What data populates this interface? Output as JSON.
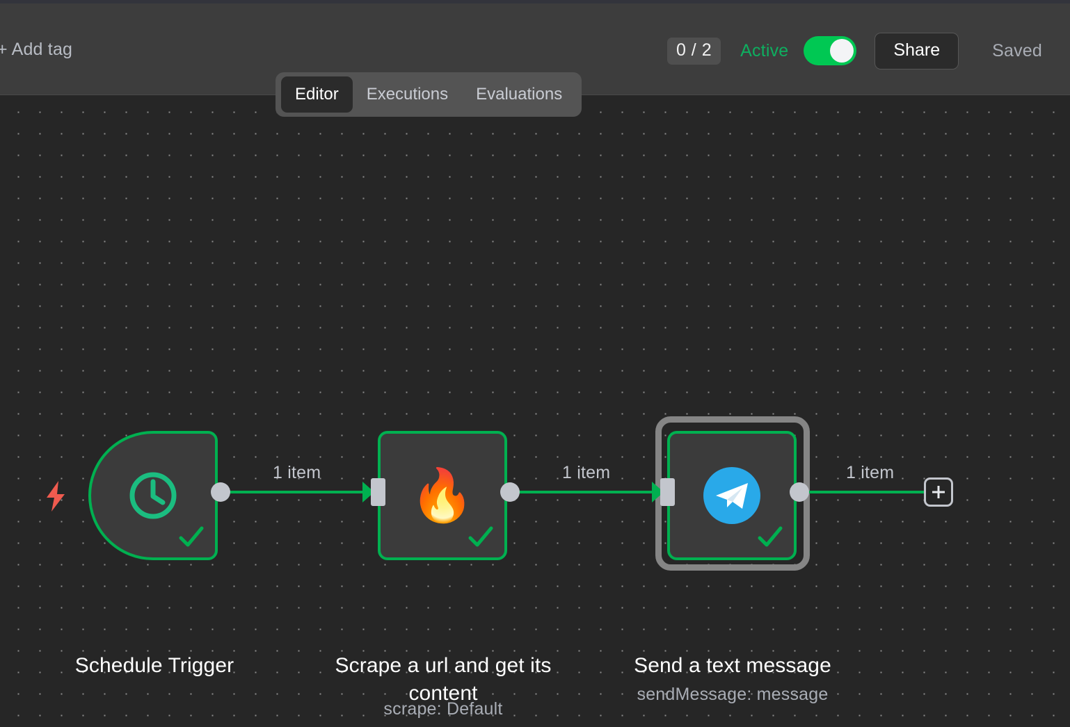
{
  "header": {
    "add_tag_label": "+ Add tag",
    "count_badge": "0 / 2",
    "active_label": "Active",
    "active_toggle_state": "on",
    "share_label": "Share",
    "saved_label": "Saved",
    "accent_green": "#00c853",
    "active_text_color": "#0eaf60"
  },
  "tabs": [
    {
      "label": "Editor",
      "active": true
    },
    {
      "label": "Executions",
      "active": false
    },
    {
      "label": "Evaluations",
      "active": false
    }
  ],
  "canvas": {
    "background_color": "#262626",
    "grid": "dot",
    "node_border_color": "#00b050",
    "selection_color": "#858585"
  },
  "nodes": [
    {
      "id": "schedule-trigger",
      "label": "Schedule Trigger",
      "sublabel": "",
      "icon": "clock-icon",
      "icon_color": "#1bbd80",
      "type": "trigger",
      "status": "success",
      "selected": false
    },
    {
      "id": "firecrawl-scrape",
      "label": "Scrape a url and get its content",
      "sublabel": "scrape: Default",
      "icon": "flame-icon",
      "icon_glyph": "🔥",
      "type": "action",
      "status": "success",
      "selected": false
    },
    {
      "id": "telegram-send",
      "label": "Send a text message",
      "sublabel": "sendMessage: message",
      "icon": "telegram-icon",
      "icon_color": "#29a9e9",
      "type": "action",
      "status": "success",
      "selected": true
    }
  ],
  "connections": [
    {
      "from": "schedule-trigger",
      "to": "firecrawl-scrape",
      "label": "1 item"
    },
    {
      "from": "firecrawl-scrape",
      "to": "telegram-send",
      "label": "1 item"
    },
    {
      "from": "telegram-send",
      "to": "add-node",
      "label": "1 item"
    }
  ],
  "add_node_button": {
    "icon": "plus-icon",
    "label": ""
  },
  "trigger_bolt": {
    "icon": "lightning-bolt-icon",
    "color": "#f05b4f"
  }
}
